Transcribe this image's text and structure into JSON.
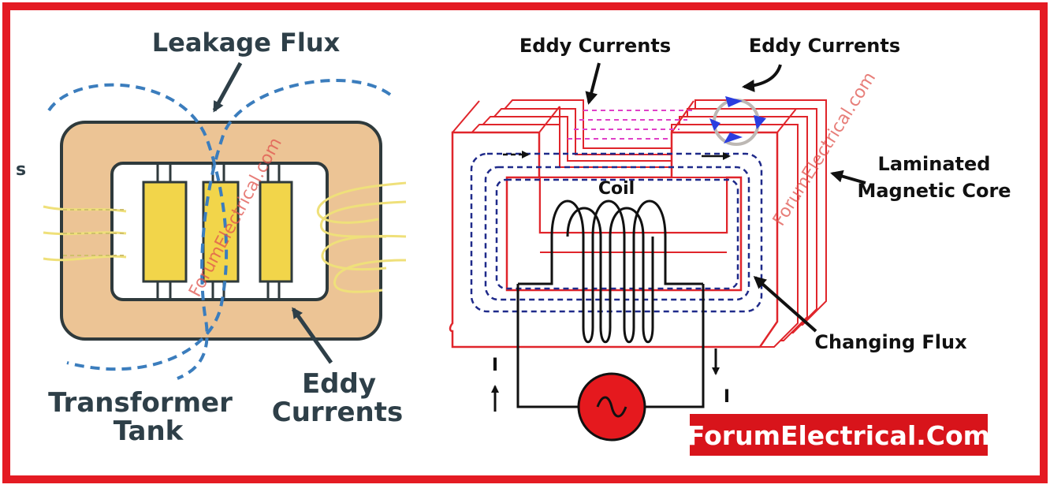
{
  "left_diagram": {
    "leakage_flux_label": "Leakage Flux",
    "transformer_tank_line1": "Transformer",
    "transformer_tank_line2": "Tank",
    "eddy_currents_line1": "Eddy",
    "eddy_currents_line2": "Currents",
    "edge_fragment": "s",
    "watermark": "ForumElectrical.com"
  },
  "right_diagram": {
    "eddy_currents_left": "Eddy Currents",
    "eddy_currents_right": "Eddy Currents",
    "laminated_line1": "Laminated",
    "laminated_line2": "Magnetic Core",
    "coil_label": "Coil",
    "changing_flux_label": "Changing Flux",
    "current_left": "I",
    "current_right": "I",
    "watermark": "ForumElectrical.com"
  },
  "brand": {
    "banner_text": "ForumElectrical.Com"
  },
  "colors": {
    "border": "#e41b23",
    "tank_fill": "#ecc495",
    "winding_fill": "#f2d54a",
    "flux_blue": "#3b7dbd",
    "core_red": "#e0252b",
    "source_red": "#e5191e",
    "eddy_magenta": "#e040c8"
  }
}
